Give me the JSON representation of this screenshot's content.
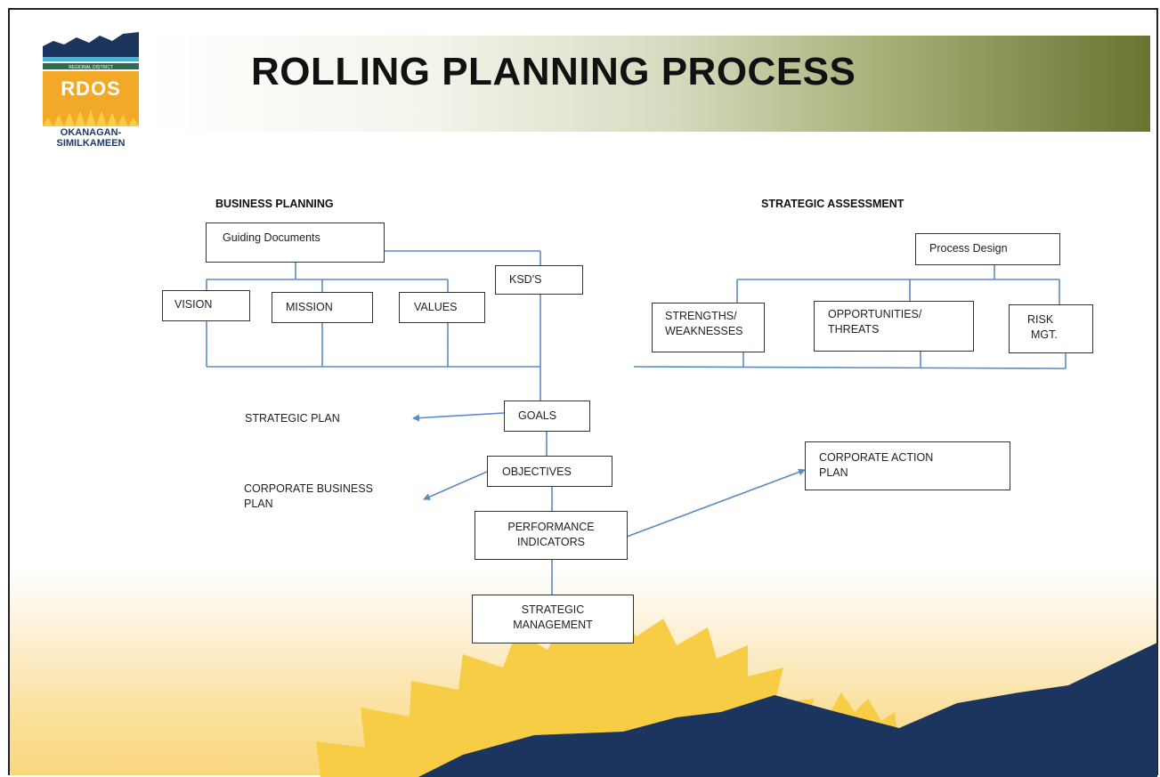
{
  "title": "ROLLING PLANNING PROCESS",
  "logo": {
    "small_text": "REGIONAL DISTRICT",
    "acronym": "RDOS",
    "line1": "OKANAGAN-",
    "line2": "SIMILKAMEEN"
  },
  "headers": {
    "business_planning": "BUSINESS PLANNING",
    "strategic_assessment": "STRATEGIC ASSESSMENT"
  },
  "nodes": {
    "guiding_documents": "Guiding Documents",
    "vision": "VISION",
    "mission": "MISSION",
    "values": "VALUES",
    "ksds": "KSD'S",
    "process_design": "Process Design",
    "strengths_1": "STRENGTHS/",
    "strengths_2": "WEAKNESSES",
    "opportunities_1": "OPPORTUNITIES/",
    "opportunities_2": "THREATS",
    "risk_1": "RISK",
    "risk_2": "MGT.",
    "goals": "GOALS",
    "objectives": "OBJECTIVES",
    "performance_1": "PERFORMANCE",
    "performance_2": "INDICATORS",
    "strategic_mgmt_1": "STRATEGIC",
    "strategic_mgmt_2": "MANAGEMENT",
    "corporate_action_1": "CORPORATE ACTION",
    "corporate_action_2": "PLAN"
  },
  "outputs": {
    "strategic_plan": "STRATEGIC PLAN",
    "corporate_business_1": "CORPORATE BUSINESS",
    "corporate_business_2": "PLAN"
  },
  "colors": {
    "connector": "#5b8ac6",
    "navy": "#1b355f",
    "sun": "#f7cd45",
    "banner_end": "#6b7331"
  }
}
